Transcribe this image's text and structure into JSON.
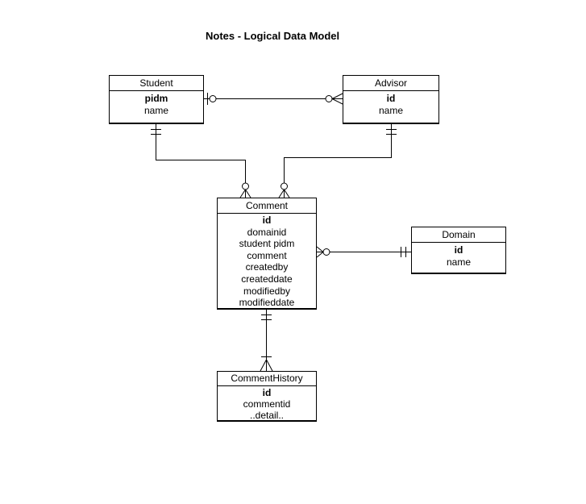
{
  "title": "Notes - Logical Data Model",
  "entities": {
    "student": {
      "name": "Student",
      "primary_key": "pidm",
      "attributes": [
        "name"
      ]
    },
    "advisor": {
      "name": "Advisor",
      "primary_key": "id",
      "attributes": [
        "name"
      ]
    },
    "comment": {
      "name": "Comment",
      "primary_key": "id",
      "attributes": [
        "domainid",
        "student pidm",
        "comment",
        "createdby",
        "createddate",
        "modifiedby",
        "modifieddate"
      ]
    },
    "domain": {
      "name": "Domain",
      "primary_key": "id",
      "attributes": [
        "name"
      ]
    },
    "commentHistory": {
      "name": "CommentHistory",
      "primary_key": "id",
      "attributes": [
        "commentid",
        "..detail.."
      ]
    }
  },
  "relationships": [
    {
      "from": "Student",
      "to": "Advisor",
      "from_cardinality": "zero-or-one",
      "to_cardinality": "zero-or-many"
    },
    {
      "from": "Student",
      "to": "Comment",
      "from_cardinality": "exactly-one",
      "to_cardinality": "zero-or-many"
    },
    {
      "from": "Advisor",
      "to": "Comment",
      "from_cardinality": "exactly-one",
      "to_cardinality": "zero-or-many"
    },
    {
      "from": "Domain",
      "to": "Comment",
      "from_cardinality": "exactly-one",
      "to_cardinality": "zero-or-many"
    },
    {
      "from": "Comment",
      "to": "CommentHistory",
      "from_cardinality": "exactly-one",
      "to_cardinality": "one-or-many"
    }
  ],
  "colors": {
    "line": "#000000",
    "background": "#ffffff",
    "text": "#000000"
  }
}
